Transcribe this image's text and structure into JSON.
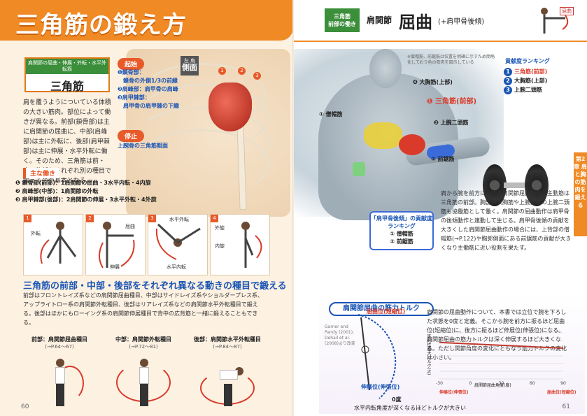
{
  "left_page": {
    "title": "三角筋の鍛え方",
    "muscle_box": {
      "header": "肩関節の屈曲・伸展・外転・水平外転筋",
      "name": "三角筋"
    },
    "description": "肩を覆うようについている体積の大きい筋肉。部位によって働きが異なる。前部(鎖骨部)は主に肩関節の屈曲に、中部(肩峰部)は主に外転に、後部(肩甲棘部)は主に伸展・水平外転に働く。そのため、三角筋は前・中・後部をそれぞれ別の種目で鍛えるのが基本となる。",
    "origin_tag": "起始",
    "origin_items": [
      "❶鎖骨部：",
      "鎖骨の外側1/3の前縁",
      "❷肩峰部：肩甲骨の肩峰",
      "❸肩甲棘部：",
      "肩甲骨の肩甲棘の下縁"
    ],
    "insertion_tag": "停止",
    "insertion_text": "上腕骨の三角筋粗面",
    "side_label_top": "左 肩",
    "side_label_main": "側面",
    "numbers": [
      "1",
      "2",
      "3"
    ],
    "action_head": "主な働き",
    "actions": [
      "❶ 鎖骨部(前部)：1肩関節の屈曲・3水平内転・4内旋",
      "❷ 肩峰部(中部)：1肩関節の外転",
      "❸ 肩甲棘部(後部)：2肩関節の伸展・3水平外転・4外旋"
    ],
    "figures": [
      {
        "num": "1",
        "labels": [
          "外転"
        ]
      },
      {
        "num": "2",
        "labels": [
          "屈曲",
          "伸展"
        ]
      },
      {
        "num": "3",
        "labels": [
          "水平外転",
          "水平内転"
        ]
      },
      {
        "num": "4",
        "labels": [
          "外旋",
          "内旋"
        ]
      }
    ],
    "section_head": "三角筋の前部・中部・後部をそれぞれ異なる動きの種目で鍛える",
    "section_text": "前部はフロントレイズ系などの肩関節屈曲種目、中部はサイドレイズ系やショルダープレス系、アップライトロー系の肩関節外転種目、後部はリアレイズ系などの肩関節水平外転種目で鍛える。後部はほかにもローイング系の肩関節伸展種目で背中の広背筋と一緒に鍛えることもできる。",
    "exercises": [
      {
        "title": "前部：肩関節屈曲種目",
        "ref": "(→P.64〜67)"
      },
      {
        "title": "中部：肩関節外転種目",
        "ref": "(→P.72〜81)"
      },
      {
        "title": "後部：肩関節水平外転種目",
        "ref": "(→P.84〜87)"
      }
    ],
    "page_number": "60"
  },
  "right_page": {
    "badge": "三角筋\n前部の働き",
    "joint": "肩関節",
    "motion": "屈曲",
    "motion_sub": "(+肩甲骨後傾)",
    "mini_label": "屈曲",
    "note": "※僧帽筋、前鋸筋は位置を明確に示すため簡略化しており色の筋肉を図示している",
    "callouts": {
      "pec_upper": "❹ 大胸筋(上部)",
      "deltoid_front": "❶ 三角筋(前部)",
      "biceps": "❸ 上腕二頭筋",
      "trapezius": "① 僧帽筋",
      "serratus": "② 前鋸筋"
    },
    "ranking_head": "貢献度ランキング",
    "ranking": [
      {
        "rank": "1",
        "name": "三角筋(前部)"
      },
      {
        "rank": "2",
        "name": "大胸筋(上部)"
      },
      {
        "rank": "3",
        "name": "上腕二頭筋"
      }
    ],
    "scap_box": {
      "title": "「肩甲骨後傾」の貢献度ランキング",
      "items": [
        "① 僧帽筋",
        "② 前鋸筋"
      ]
    },
    "description": "肩から腕を前方に上げる肩関節屈曲動作。主動筋は三角筋の前部。胸部の大胸筋や上腕前面の上腕二頭筋も協働筋として働く。肩関節の屈曲動作は肩甲骨の後傾動作と連動して生じる。肩甲骨後傾の貢献を大きくした肩関節屈曲動作の場合には、上背部の僧帽筋(→P.122)や胸郭側面にある前鋸筋の貢献が大きくなり主働筋に近い役割を果たす。",
    "chapter_tab": "第2章 肩と胸の筋肉を鍛える",
    "torque_title": "肩関節屈曲の筋力トルク",
    "torque_text": "肩関節の屈曲動作について、本書では立位で腕を下ろした状態を0度と定義。そこから腕を前方に振るほど屈曲位(短縮位)に、後方に振るほど伸展位(伸張位)になる。肩関節屈曲の筋力トルクは深く伸展するほど大きくなる。ただし関節角度の変化にともなう筋力トルクの変化は小さい。",
    "source": "Garner and Pandy (2001), Dehail et al. (2008)より改変",
    "arc_labels": {
      "flexed": "屈曲位(短縮位)",
      "extended": "伸展位(伸張位)",
      "zero": "0度"
    },
    "arc_caption": "水平内転角度が深くなるほどトルクが大きい",
    "graph": {
      "ylabel": "等尺性最大トルク(%)",
      "xlabel": "肩関節屈曲角度(度)",
      "left_label": "伸展位(伸張位)",
      "right_label": "屈曲位(短縮位)"
    },
    "page_number": "61"
  },
  "chart_data": {
    "type": "line",
    "x": [
      -30,
      90
    ],
    "xticks": [
      -30,
      0,
      30,
      60,
      90
    ],
    "y": [
      95,
      80
    ],
    "ylim": [
      0,
      120
    ],
    "xlabel": "肩関節屈曲角度(度)",
    "ylabel": "等尺性最大トルク(%)",
    "series": [
      {
        "values": [
          95,
          80
        ]
      }
    ],
    "grid": true
  },
  "colors": {
    "accent": "#f08a24",
    "red": "#d93a2a",
    "blue": "#1a55b5",
    "green": "#3b8e3a"
  }
}
